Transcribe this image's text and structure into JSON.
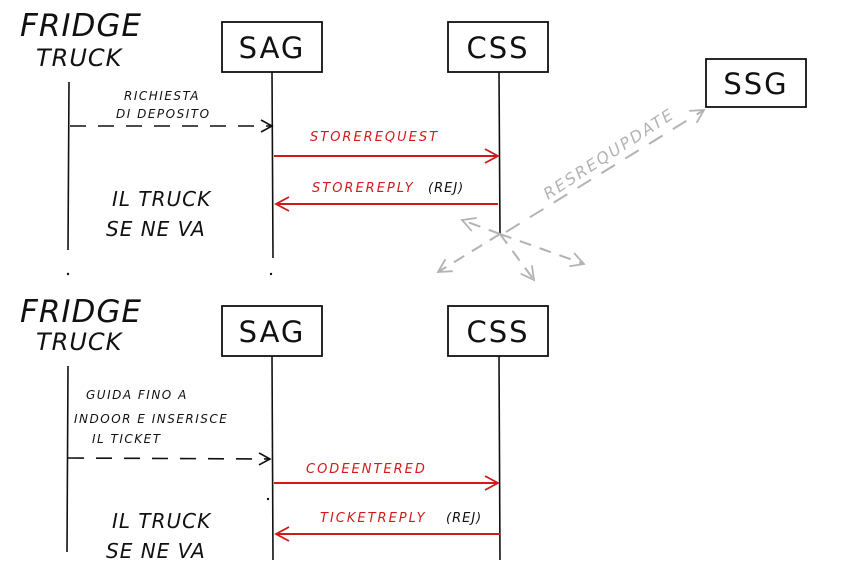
{
  "diagrams": [
    {
      "actor_title_line1": "FRIDGE",
      "actor_title_line2": "TRUCK",
      "box_sag": "SAG",
      "box_css": "CSS",
      "box_ssg": "SSG",
      "note_request_line1": "RICHIESTA",
      "note_request_line2": "DI DEPOSITO",
      "msg_store_request": "STOREREQUEST",
      "msg_store_reply": "STOREREPLY",
      "msg_store_reply_tag": "(REJ)",
      "msg_res_update": "RESREQUPDATE",
      "note_leave_line1": "IL TRUCK",
      "note_leave_line2": "SE NE VA"
    },
    {
      "actor_title_line1": "FRIDGE",
      "actor_title_line2": "TRUCK",
      "box_sag": "SAG",
      "box_css": "CSS",
      "note_drive_line1": "GUIDA FINO A",
      "note_drive_line2": "INDOOR E INSERISCE",
      "note_drive_line3": "IL TICKET",
      "msg_code_entered": "CODEENTERED",
      "msg_ticket_reply": "TICKETREPLY",
      "msg_ticket_reply_tag": "(REJ)",
      "note_leave_line1": "IL TRUCK",
      "note_leave_line2": "SE NE VA"
    }
  ],
  "colors": {
    "ink": "#111111",
    "message_red": "#d11a1a",
    "faded_gray": "#b3b3b3"
  }
}
